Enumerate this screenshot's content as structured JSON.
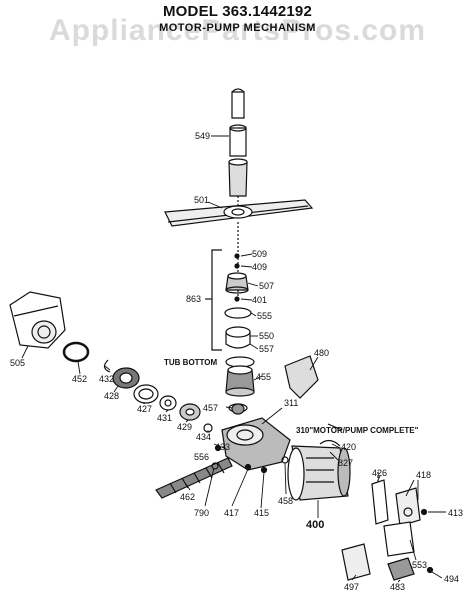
{
  "header": {
    "model_title": "MODEL 363.1442192",
    "subtitle": "MOTOR-PUMP MECHANISM",
    "watermark": "AppliancePartsPros.com"
  },
  "annotations": {
    "tub_bottom": "TUB BOTTOM",
    "motor_pump_complete": "310\"MOTOR/PUMP COMPLETE\""
  },
  "part_labels": {
    "p549": "549",
    "p501": "501",
    "p509": "509",
    "p409": "409",
    "p507": "507",
    "p863": "863",
    "p401": "401",
    "p555": "555",
    "p550": "550",
    "p557": "557",
    "p480": "480",
    "p505": "505",
    "p452": "452",
    "p432": "432",
    "p428": "428",
    "p427": "427",
    "p431": "431",
    "p429": "429",
    "p434": "434",
    "p455": "455",
    "p457": "457",
    "p311": "311",
    "p433": "433",
    "p556": "556",
    "p420": "420",
    "p827": "827",
    "p462": "462",
    "p790": "790",
    "p417": "417",
    "p415": "415",
    "p458": "458",
    "p400": "400",
    "p426": "426",
    "p418": "418",
    "p413": "413",
    "p553": "553",
    "p497": "497",
    "p483": "483",
    "p494": "494"
  }
}
